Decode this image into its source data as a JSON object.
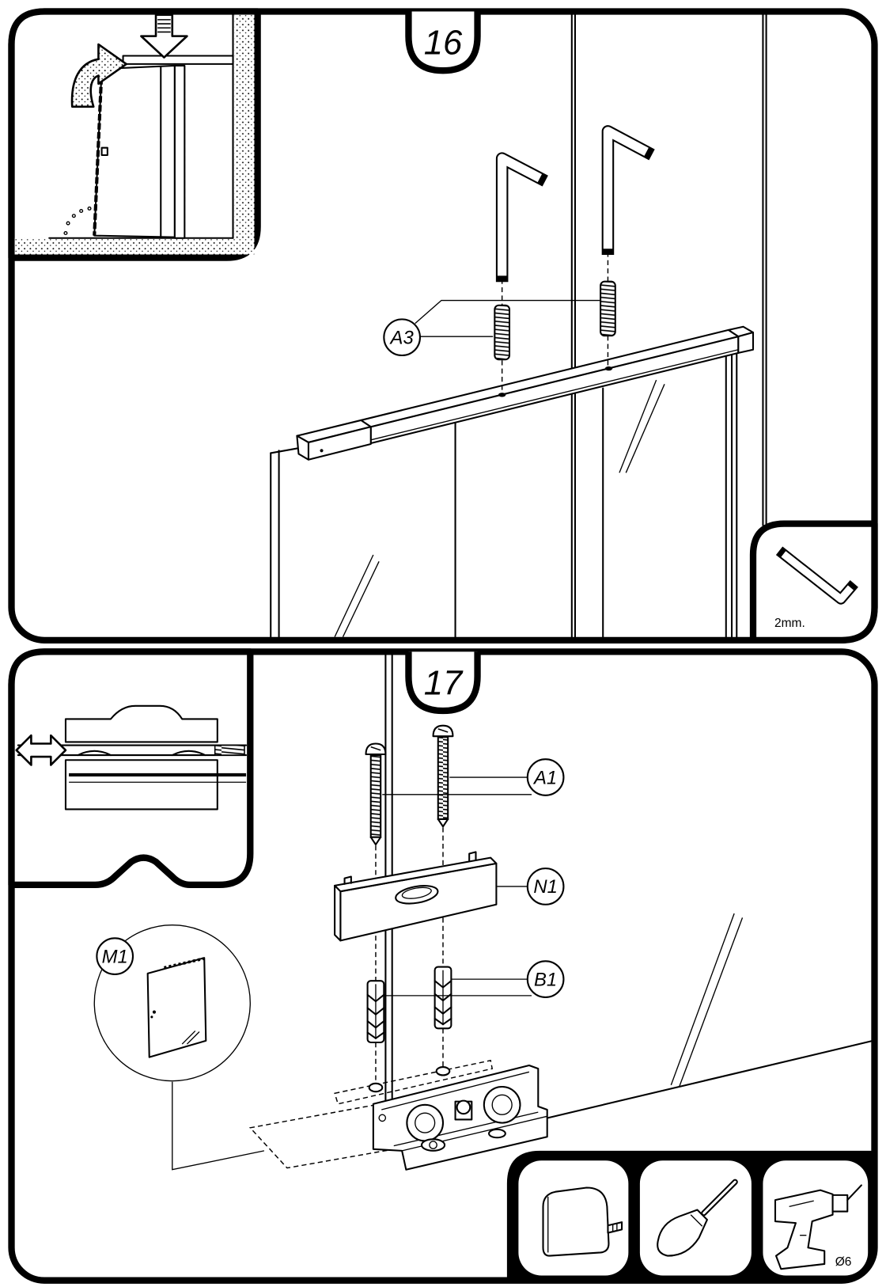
{
  "steps": {
    "step16": {
      "number": "16",
      "labels": {
        "a3": "A3"
      },
      "tool": {
        "icon": "hex-key-icon",
        "size": "2mm."
      }
    },
    "step17": {
      "number": "17",
      "labels": {
        "a1": "A1",
        "n1": "N1",
        "b1": "B1",
        "m1": "M1"
      },
      "tools": [
        {
          "icon": "tape-measure-icon"
        },
        {
          "icon": "screwdriver-icon"
        },
        {
          "icon": "drill-icon",
          "label": "Ø6"
        }
      ]
    }
  },
  "colors": {
    "ink": "#000000",
    "paper": "#ffffff"
  }
}
